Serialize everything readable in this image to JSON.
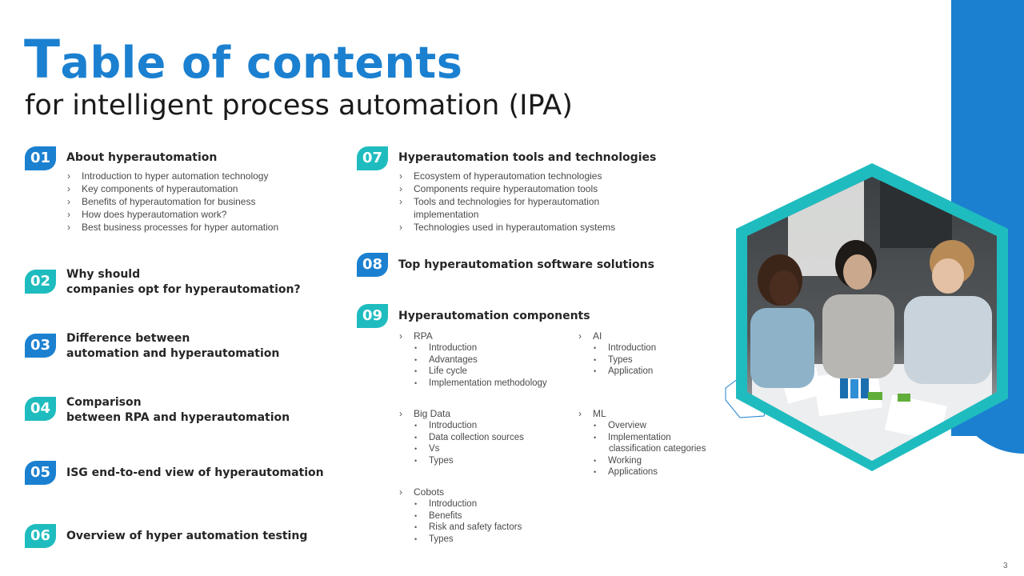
{
  "title": {
    "first_letter": "T",
    "rest": "able of contents",
    "subtitle": "for intelligent process automation (IPA)"
  },
  "page_number": "3",
  "colors": {
    "blue": "#1b80d0",
    "teal": "#1fbcbf",
    "text": "#262626"
  },
  "left_sections": [
    {
      "number": "01",
      "heading": "About hyperautomation",
      "items": [
        "Introduction to hyper automation technology",
        "Key components of hyperautomation",
        "Benefits of hyperautomation for business",
        "How does hyperautomation work?",
        "Best business processes for hyper automation"
      ]
    },
    {
      "number": "02",
      "heading_line1": "Why should",
      "heading_line2": "companies opt for hyperautomation?"
    },
    {
      "number": "03",
      "heading_line1": "Difference between",
      "heading_line2": "automation and hyperautomation"
    },
    {
      "number": "04",
      "heading_line1": "Comparison",
      "heading_line2": "between RPA and hyperautomation"
    },
    {
      "number": "05",
      "heading": "ISG end-to-end view of hyperautomation"
    },
    {
      "number": "06",
      "heading": "Overview of hyper automation testing"
    }
  ],
  "right_sections": [
    {
      "number": "07",
      "heading": "Hyperautomation tools and technologies",
      "items": [
        "Ecosystem of hyperautomation technologies",
        "Components require hyperautomation tools",
        "Tools and technologies for hyperautomation",
        "implementation",
        "Technologies used in hyperautomation systems"
      ]
    },
    {
      "number": "08",
      "heading": "Top hyperautomation software solutions"
    },
    {
      "number": "09",
      "heading": "Hyperautomation components",
      "groups": [
        {
          "title": "RPA",
          "items": [
            "Introduction",
            "Advantages",
            "Life cycle",
            "Implementation methodology"
          ]
        },
        {
          "title": "AI",
          "items": [
            "Introduction",
            "Types",
            "Application"
          ]
        },
        {
          "title": "Big Data",
          "items": [
            "Introduction",
            "Data collection sources",
            "Vs",
            "Types"
          ]
        },
        {
          "title": "ML",
          "items": [
            "Overview",
            "Implementation",
            "classification categories",
            "Working",
            "Applications"
          ]
        },
        {
          "title": "Cobots",
          "items": [
            "Introduction",
            "Benefits",
            "Risk and safety factors",
            "Types"
          ]
        }
      ]
    }
  ]
}
